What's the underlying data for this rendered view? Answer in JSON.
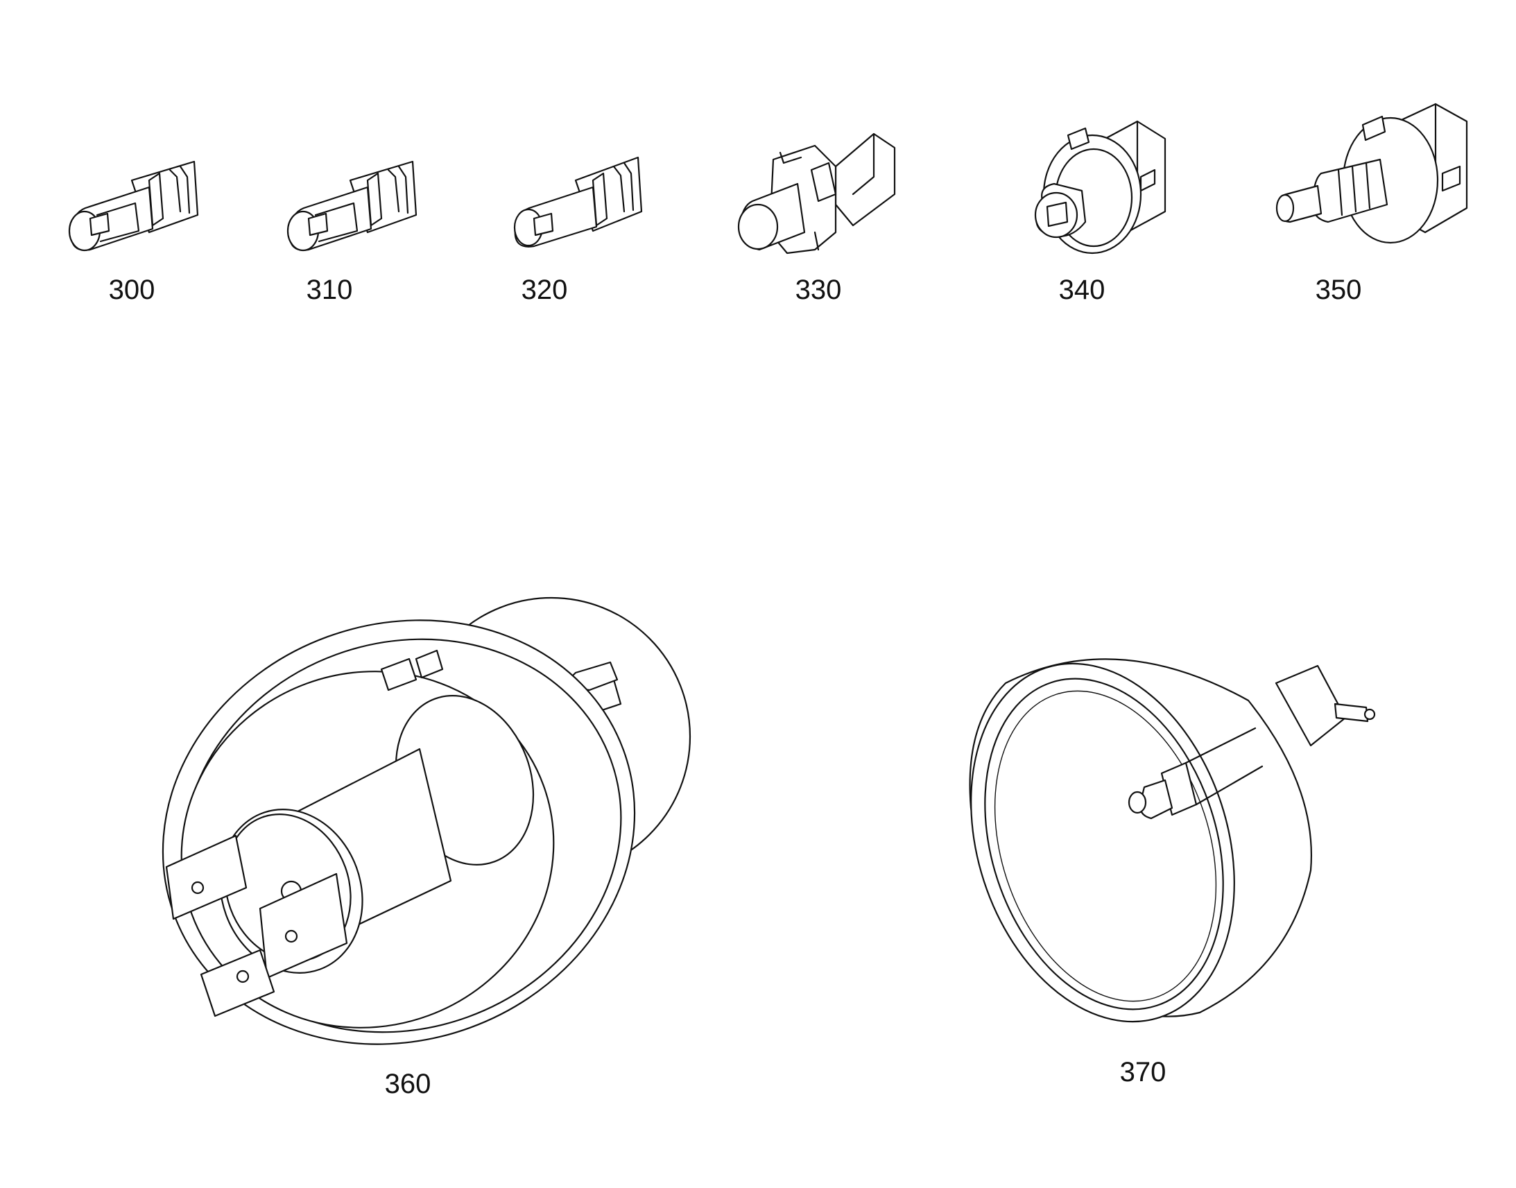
{
  "diagram": {
    "parts": [
      {
        "id": "p300",
        "label": "300",
        "icon": "wedge-bulb-holder-icon"
      },
      {
        "id": "p310",
        "label": "310",
        "icon": "wedge-bulb-holder-icon"
      },
      {
        "id": "p320",
        "label": "320",
        "icon": "wedge-bulb-holder-icon"
      },
      {
        "id": "p330",
        "label": "330",
        "icon": "led-bulb-socket-icon"
      },
      {
        "id": "p340",
        "label": "340",
        "icon": "bulb-twist-socket-icon"
      },
      {
        "id": "p350",
        "label": "350",
        "icon": "halogen-bulb-socket-icon"
      },
      {
        "id": "p360",
        "label": "360",
        "icon": "h4-headlight-bulb-icon"
      },
      {
        "id": "p370",
        "label": "370",
        "icon": "reflector-halogen-bulb-icon"
      }
    ]
  }
}
